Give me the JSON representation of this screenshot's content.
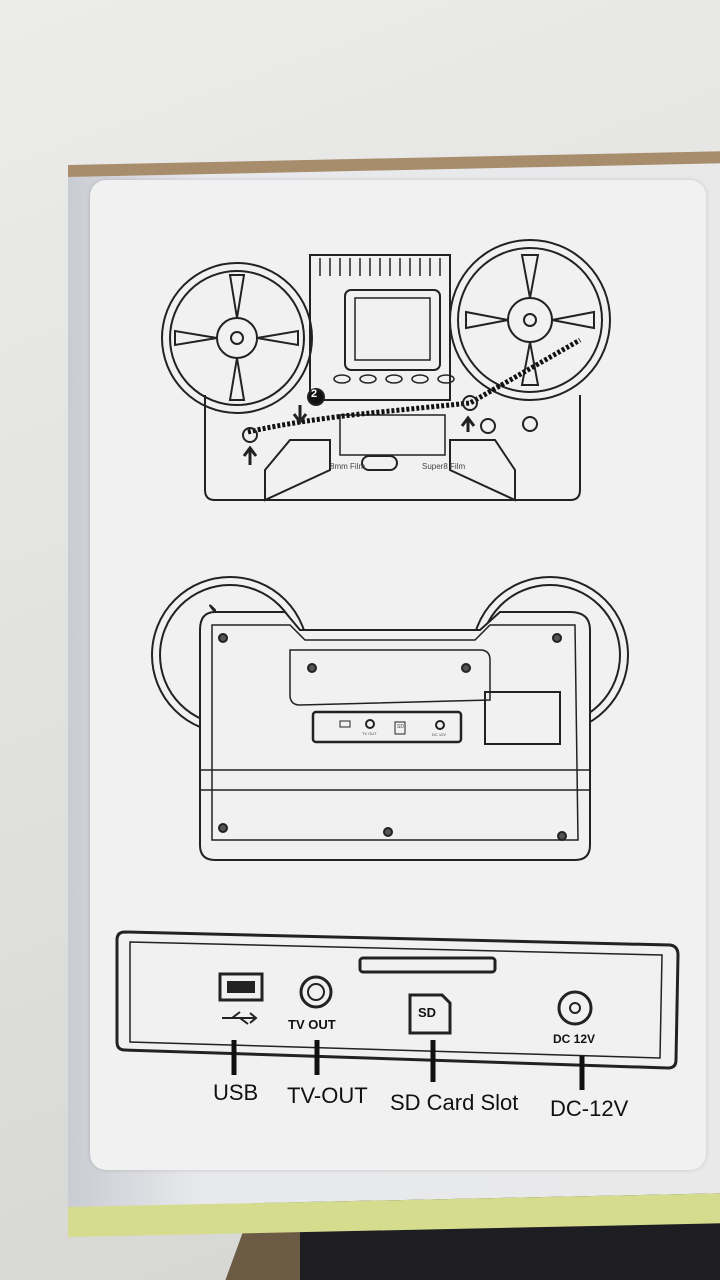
{
  "front_diagram": {
    "step_number": "2",
    "switch_left": "8mm Film",
    "switch_right": "Super8 Film"
  },
  "back_diagram": {
    "ports": [
      "TV OUT",
      "SD",
      "DC 12V"
    ]
  },
  "port_panel": {
    "tv_out_marking": "TV OUT",
    "sd_marking": "SD",
    "dc_marking": "DC 12V",
    "labels": {
      "usb": "USB",
      "tv_out": "TV-OUT",
      "sd_slot": "SD Card Slot",
      "dc": "DC-12V"
    }
  }
}
